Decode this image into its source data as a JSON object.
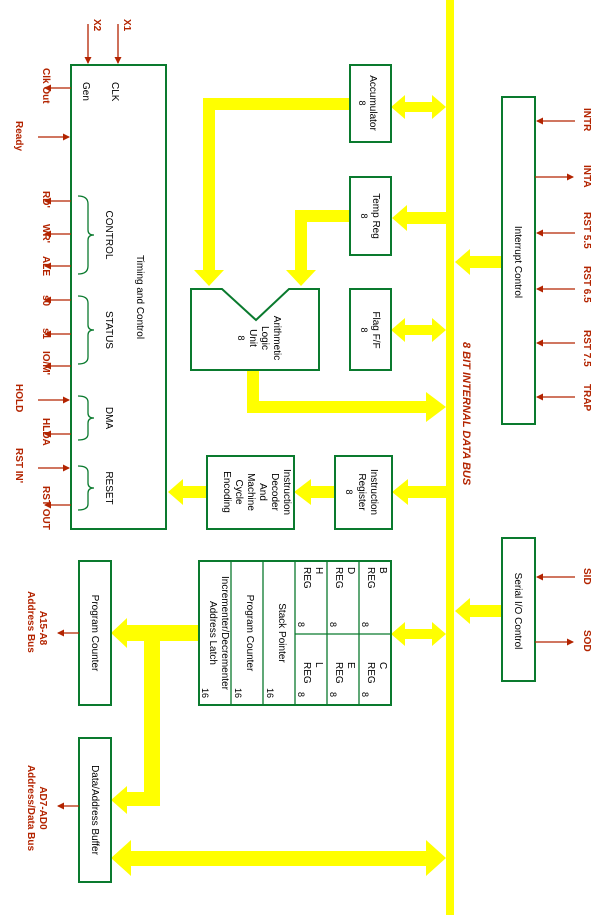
{
  "inputs": {
    "x1": "X1",
    "x2": "X2"
  },
  "timing": {
    "title": "Timing and Control",
    "clk": "CLK",
    "gen": "Gen",
    "control": "CONTROL",
    "status": "STATUS",
    "dma": "DMA",
    "reset": "RESET"
  },
  "left_pins": {
    "clk_out": "Clk Out",
    "ready": "Ready",
    "rd": "RD'",
    "wr": "WR'",
    "ale": "ALE",
    "s0": "s0",
    "s1": "s1",
    "iom": "IO/M'",
    "hold": "HOLD",
    "hlda": "HLDA",
    "rst_in": "RST IN'",
    "rst_out": "RST OUT"
  },
  "blocks": {
    "accumulator": "Accumulator",
    "accumulator_bits": "8",
    "temp_reg": "Temp Reg",
    "temp_reg_bits": "8",
    "alu": [
      "Arithmetic",
      "Logic",
      "Unit"
    ],
    "alu_bits": "8",
    "flag": "Flag F/F",
    "flag_bits": "8",
    "instr_reg": [
      "Instruction",
      "Register"
    ],
    "instr_reg_bits": "8",
    "decoder": [
      "Instruction",
      "Decoder",
      "And",
      "Machine",
      "Cycle",
      "Encoding"
    ],
    "interrupt": "Interrupt Control",
    "serial": "Serial I/O Control",
    "program_counter": "Program Counter",
    "data_address_buffer": "Data/Address Buffer"
  },
  "registers": {
    "b": [
      "B",
      "REG"
    ],
    "c": [
      "C",
      "REG"
    ],
    "d": [
      "D",
      "REG"
    ],
    "e": [
      "E",
      "REG"
    ],
    "h": [
      "H",
      "REG"
    ],
    "l": [
      "L",
      "REG"
    ],
    "reg_bits": "8",
    "stack_pointer": "Stack Pointer",
    "program_counter": "Program Counter",
    "inc_dec": [
      "Incrementer/Decrementer",
      "Address Latch"
    ],
    "wide_bits": "16"
  },
  "bus_label": "8 BIT INTERNAL DATA BUS",
  "right_pins": {
    "intr": "INTR",
    "inta": "INTA",
    "rst55": "RST 5.5",
    "rst65": "RST 6.5",
    "rst75": "RST 7.5",
    "trap": "TRAP",
    "sid": "SID",
    "sod": "SOD"
  },
  "address_pins": {
    "high": [
      "A15-A8",
      "Address Bus"
    ],
    "low": [
      "AD7-AD0",
      "Address/Data  Bus"
    ]
  },
  "colors": {
    "block_border": "#0a7a2e",
    "bus": "#ffff00",
    "pin": "#b32400"
  }
}
